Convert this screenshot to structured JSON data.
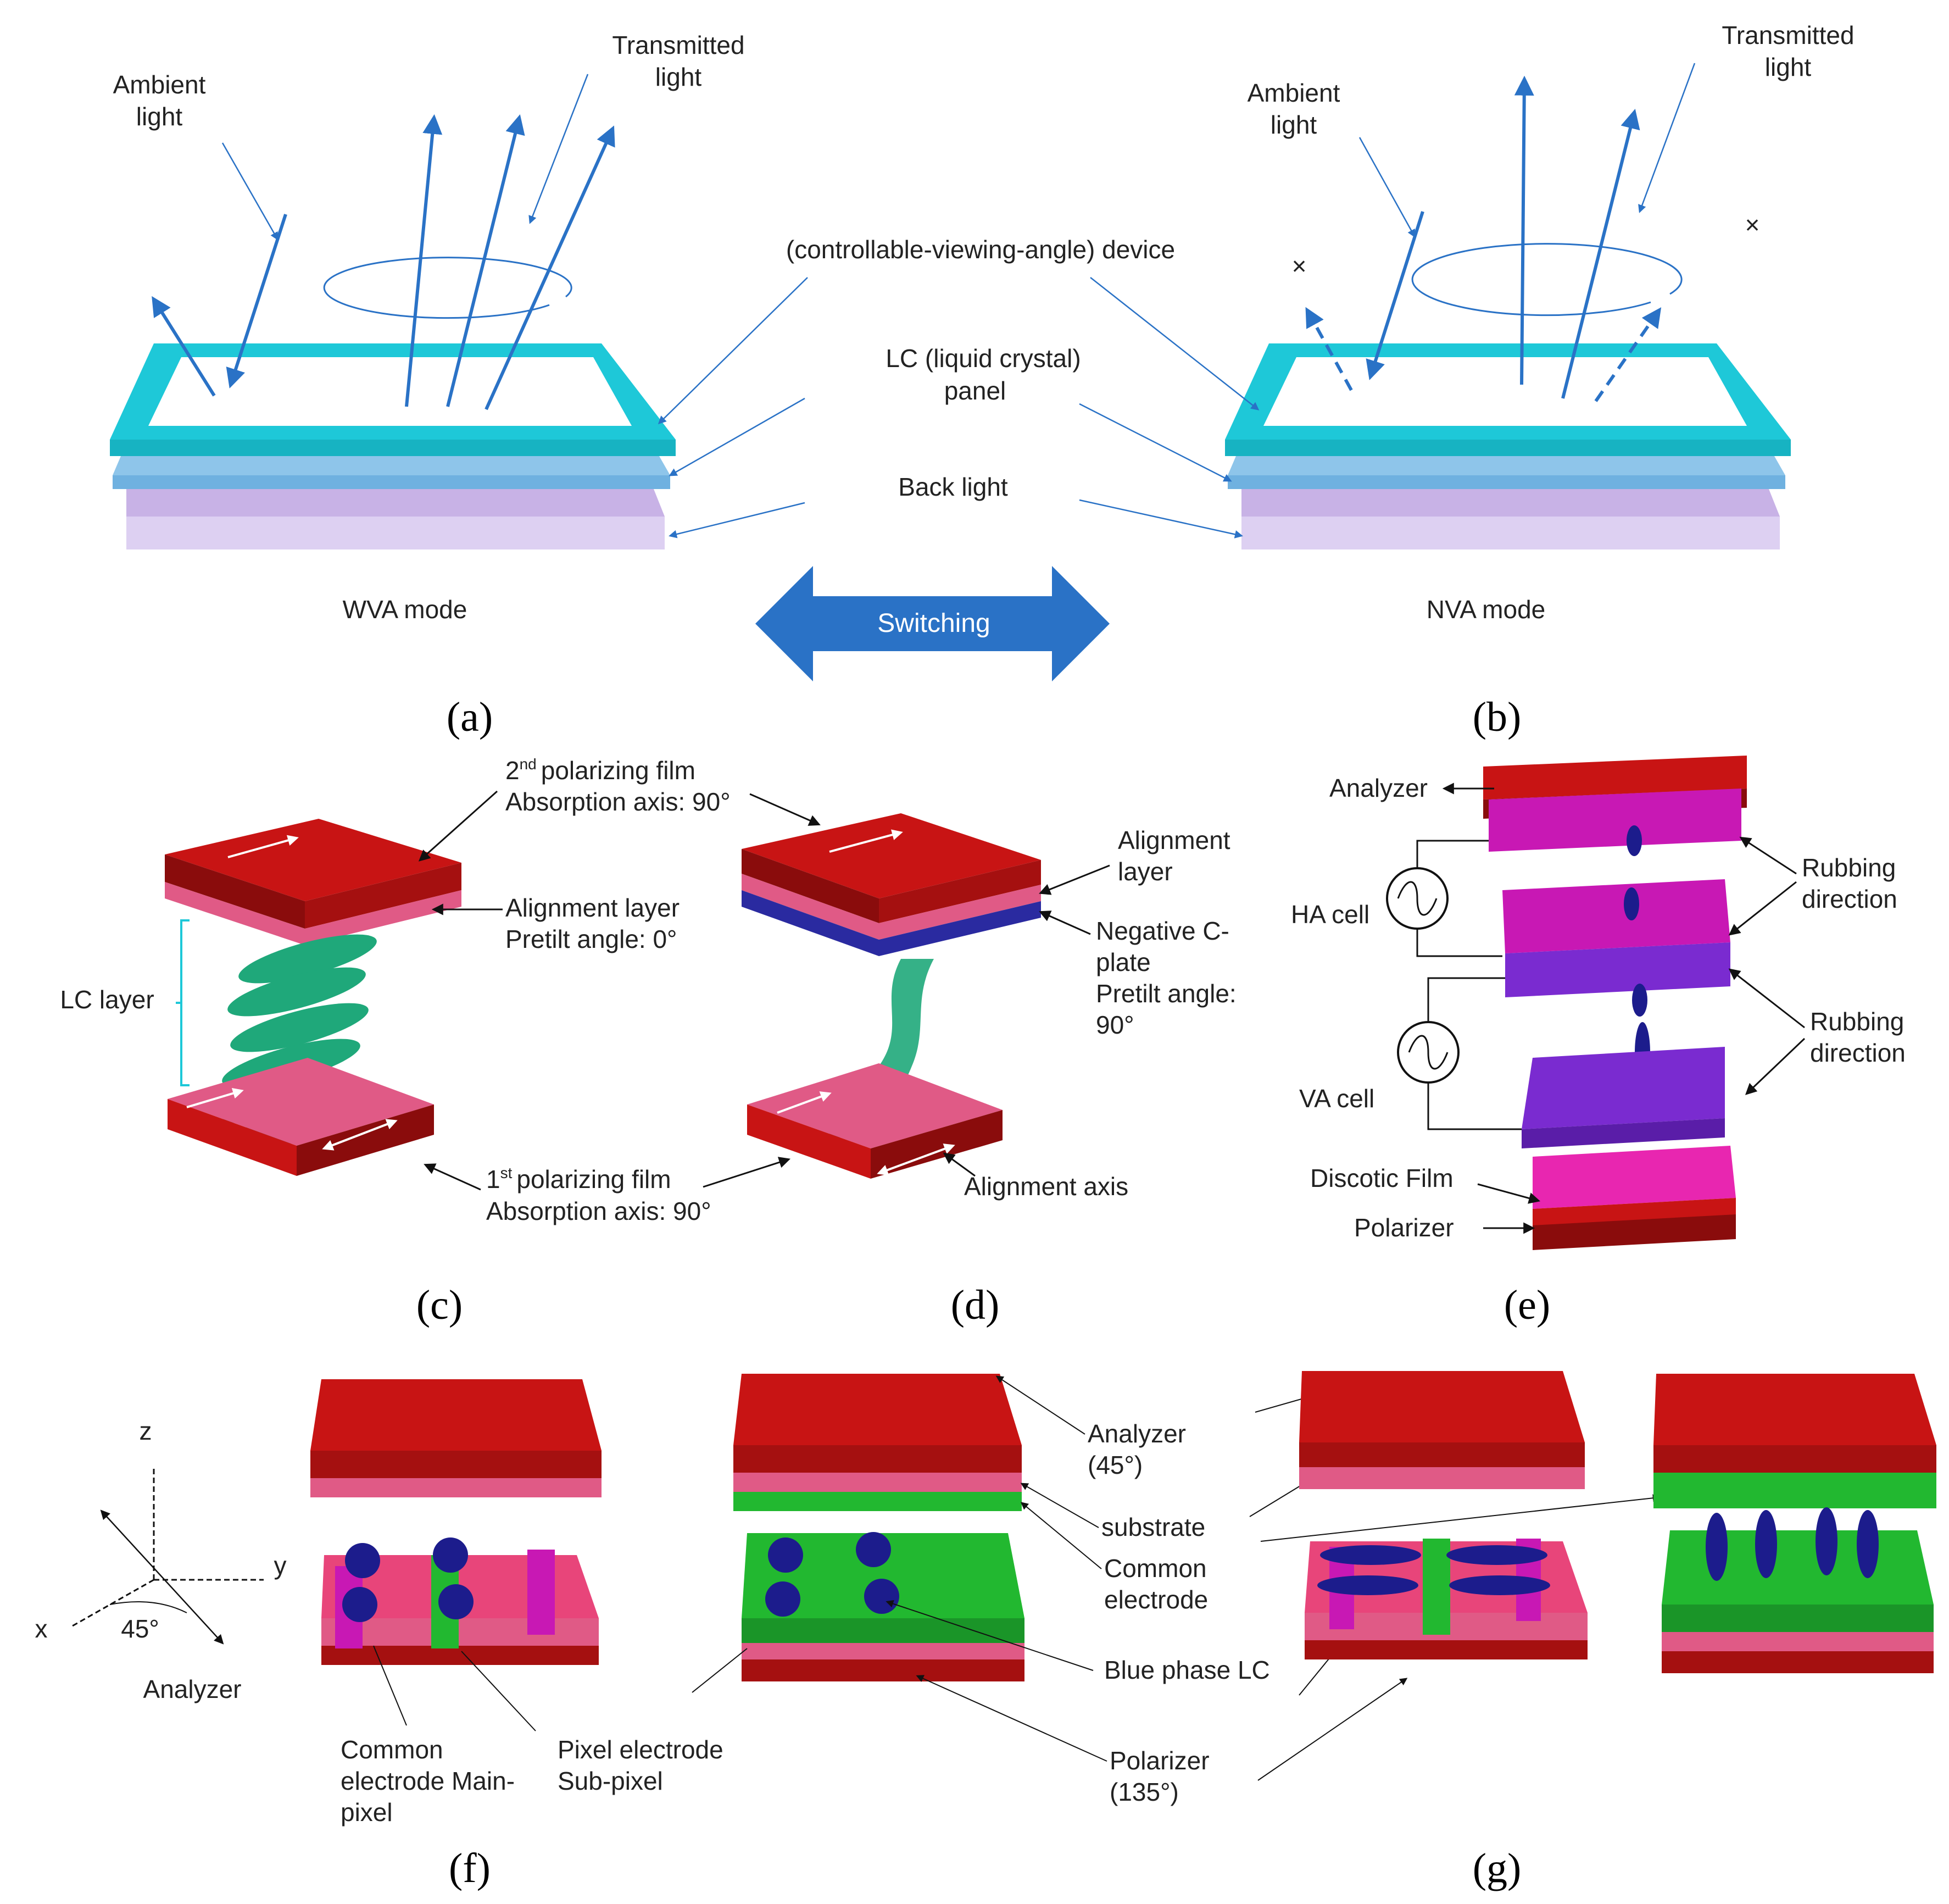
{
  "colors": {
    "cyan": "#1ec8d8",
    "light_blue": "#8ec5ea",
    "lavender": "#d9c8ef",
    "arrow_blue": "#2a72c6",
    "red": "#c81414",
    "dark_red": "#8a0c0c",
    "pink": "#e05a86",
    "magenta": "#c818b4",
    "purple": "#7a2bd0",
    "navy": "#1c1c8c",
    "green": "#22b830",
    "teal_lc": "#1fa87a"
  },
  "panel_labels": [
    "(a)",
    "(b)",
    "(c)",
    "(d)",
    "(e)",
    "(f)",
    "(g)"
  ],
  "panel_ab": {
    "ambient_light_l1": "Ambient",
    "ambient_light_l2": "light",
    "transmitted_light_l1": "Transmitted",
    "transmitted_light_l2": "light",
    "device_label": "(controllable-viewing-angle)  device",
    "lc_panel_l1": "LC  (liquid crystal)",
    "lc_panel_l2": "panel",
    "back_light": "Back light",
    "wva_mode": "WVA mode",
    "nva_mode": "NVA mode",
    "switching": "Switching",
    "blocked_mark": "×"
  },
  "panel_cd": {
    "second_film_l1": "polarizing film",
    "second_film_ord": "2",
    "second_film_sup": "nd",
    "second_film_l2": "Absorption axis: 90°",
    "alignment_layer_l1": "Alignment layer",
    "alignment_layer_l2": "Pretilt angle: 0°",
    "lc_layer": "LC layer",
    "first_film_ord": "1",
    "first_film_sup": "st",
    "first_film_l1": "polarizing film",
    "first_film_l2": "Absorption axis: 90°",
    "d_alignment_l1": "Alignment",
    "d_alignment_l2": "layer",
    "neg_c_l1": "Negative C-",
    "neg_c_l2": "plate",
    "neg_c_l3": "Pretilt angle:",
    "neg_c_l4": "90°",
    "alignment_axis": "Alignment axis"
  },
  "panel_e": {
    "analyzer": "Analyzer",
    "ha_cell": "HA cell",
    "va_cell": "VA cell",
    "rubbing_1_l1": "Rubbing",
    "rubbing_1_l2": "direction",
    "rubbing_2_l1": "Rubbing",
    "rubbing_2_l2": "direction",
    "discotic_film": "Discotic Film",
    "polarizer": "Polarizer"
  },
  "panel_fg": {
    "axis_z": "z",
    "axis_y": "y",
    "axis_x": "x",
    "angle": "45°",
    "analyzer_axis": "Analyzer",
    "common_electrode_l1": "Common",
    "common_electrode_l2": "electrode Main-",
    "common_electrode_l3": "pixel",
    "pixel_electrode_l1": "Pixel electrode",
    "pixel_electrode_l2": "Sub-pixel",
    "analyzer_l1": "Analyzer",
    "analyzer_l2": "(45°)",
    "substrate": "substrate",
    "common_l1": "Common",
    "common_l2": "electrode",
    "blue_phase": "Blue phase LC",
    "polarizer_l1": "Polarizer",
    "polarizer_l2": "(135°)"
  }
}
